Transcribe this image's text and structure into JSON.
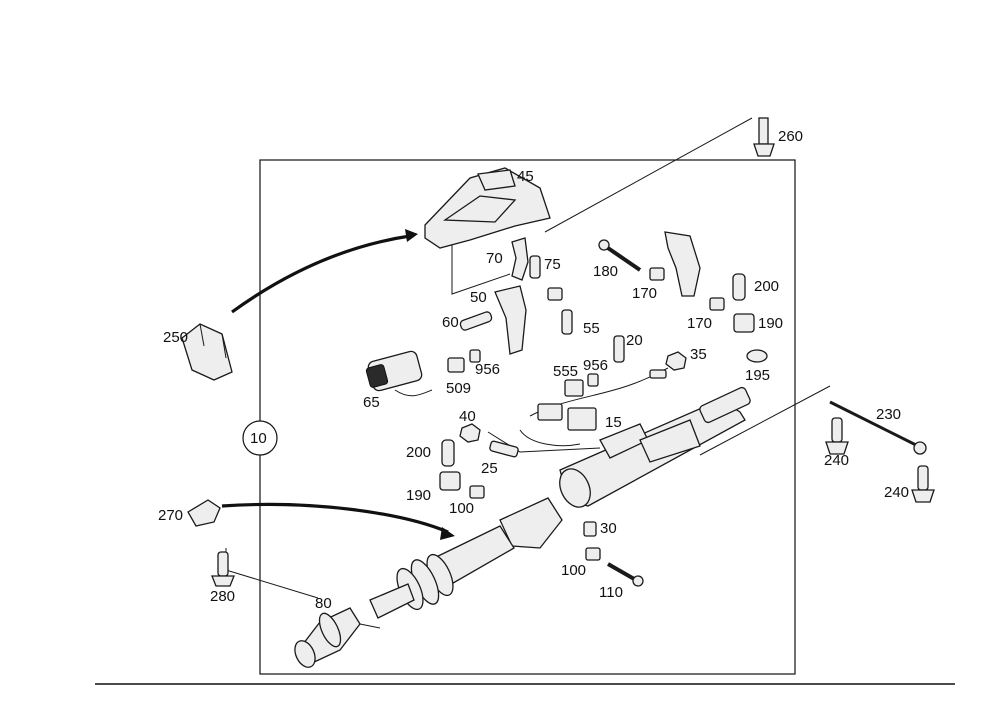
{
  "callouts": {
    "c260": "260",
    "c45": "45",
    "c70": "70",
    "c75": "75",
    "c180": "180",
    "c170a": "170",
    "c200a": "200",
    "c170b": "170",
    "c190a": "190",
    "c50": "50",
    "c55": "55",
    "c60": "60",
    "c20": "20",
    "c35": "35",
    "c195": "195",
    "c250": "250",
    "c956a": "956",
    "c555": "555",
    "c956b": "956",
    "c509": "509",
    "c65": "65",
    "c40": "40",
    "c15": "15",
    "c230": "230",
    "c10": "10",
    "c200b": "200",
    "c25": "25",
    "c240a": "240",
    "c240b": "240",
    "c190b": "190",
    "c100a": "100",
    "c270": "270",
    "c30": "30",
    "c100b": "100",
    "c280": "280",
    "c110": "110",
    "c80": "80"
  }
}
